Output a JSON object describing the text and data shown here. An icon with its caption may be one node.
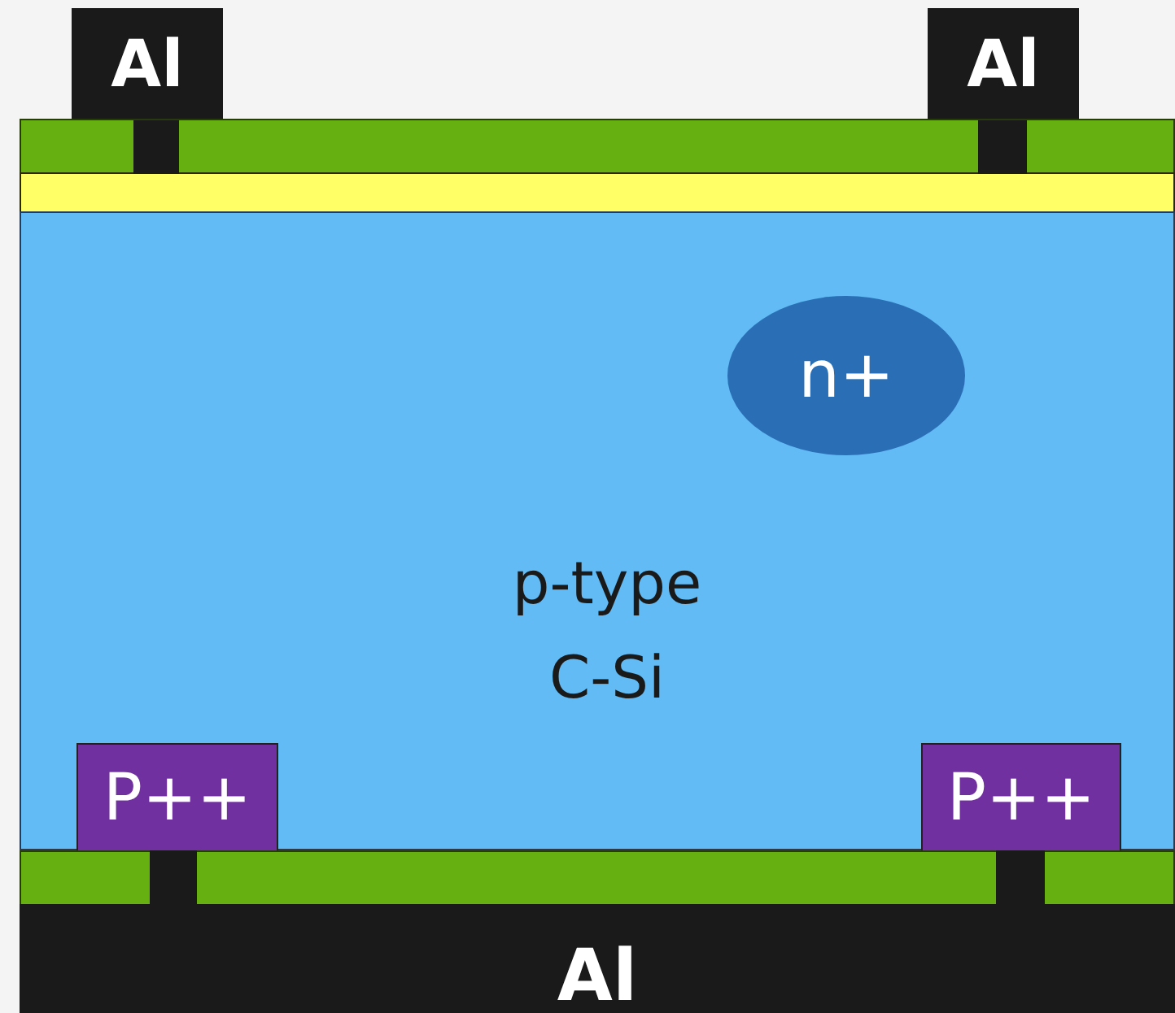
{
  "diagram": {
    "nodes": [
      {
        "text": [
          "Al"
        ]
      },
      {
        "text": [
          "Al"
        ]
      },
      {
        "text": [],
        "shape": "bar"
      },
      {
        "text": [],
        "shape": "bar"
      },
      {
        "text": [
          "p-type C-Si"
        ]
      },
      {
        "text": [
          "n+"
        ],
        "in": 4
      },
      {
        "text": [
          "P++"
        ],
        "in": 4
      },
      {
        "text": [
          "P++"
        ],
        "in": 4
      },
      {
        "text": [],
        "shape": "bar"
      },
      {
        "text": [
          "Al"
        ]
      }
    ]
  }
}
